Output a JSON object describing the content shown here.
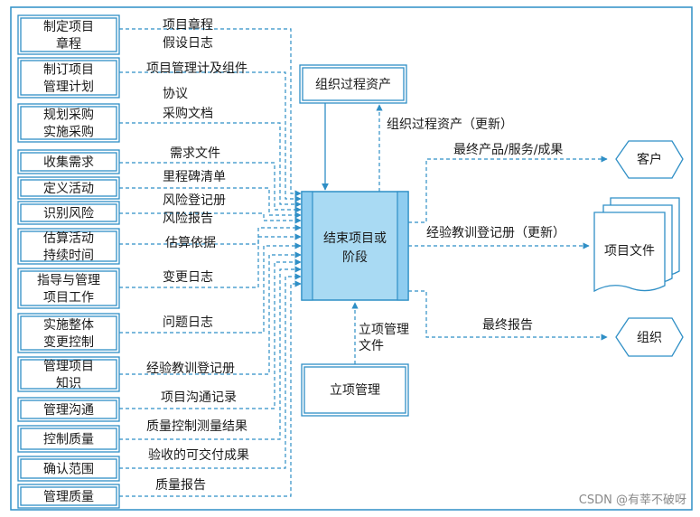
{
  "left_processes": [
    [
      "制定项目",
      "章程"
    ],
    [
      "制订项目",
      "管理计划"
    ],
    [
      "规划采购",
      "实施采购"
    ],
    [
      "收集需求"
    ],
    [
      "定义活动"
    ],
    [
      "识别风险"
    ],
    [
      "估算活动",
      "持续时间"
    ],
    [
      "指导与管理",
      "项目工作"
    ],
    [
      "实施整体",
      "变更控制"
    ],
    [
      "管理项目",
      "知识"
    ],
    [
      "管理沟通"
    ],
    [
      "控制质量"
    ],
    [
      "确认范围"
    ],
    [
      "管理质量"
    ]
  ],
  "input_labels": [
    "项目章程",
    "假设日志",
    "项目管理计及组件",
    "协议",
    "采购文档",
    "需求文件",
    "里程碑清单",
    "风险登记册",
    "风险报告",
    "估算依据",
    "变更日志",
    "问题日志",
    "经验教训登记册",
    "项目沟通记录",
    "质量控制测量结果",
    "验收的可交付成果",
    "质量报告"
  ],
  "center_process": [
    "结束项目或",
    "阶段"
  ],
  "org_assets_box": "组织过程资产",
  "org_assets_update": "组织过程资产（更新）",
  "project_mgmt_box": "立项管理",
  "project_mgmt_docs": [
    "立项管理",
    "文件"
  ],
  "outputs": {
    "final_product": "最终产品/服务/成果",
    "customer": "客户",
    "lessons_update": "经验教训登记册（更新）",
    "project_files": "项目文件",
    "final_report": "最终报告",
    "organization": "组织"
  },
  "watermark": "CSDN @有莘不破呀",
  "colors": {
    "line": "#2f8fc6",
    "center_fill": "#a9daf3",
    "text": "#1a1a1a"
  }
}
